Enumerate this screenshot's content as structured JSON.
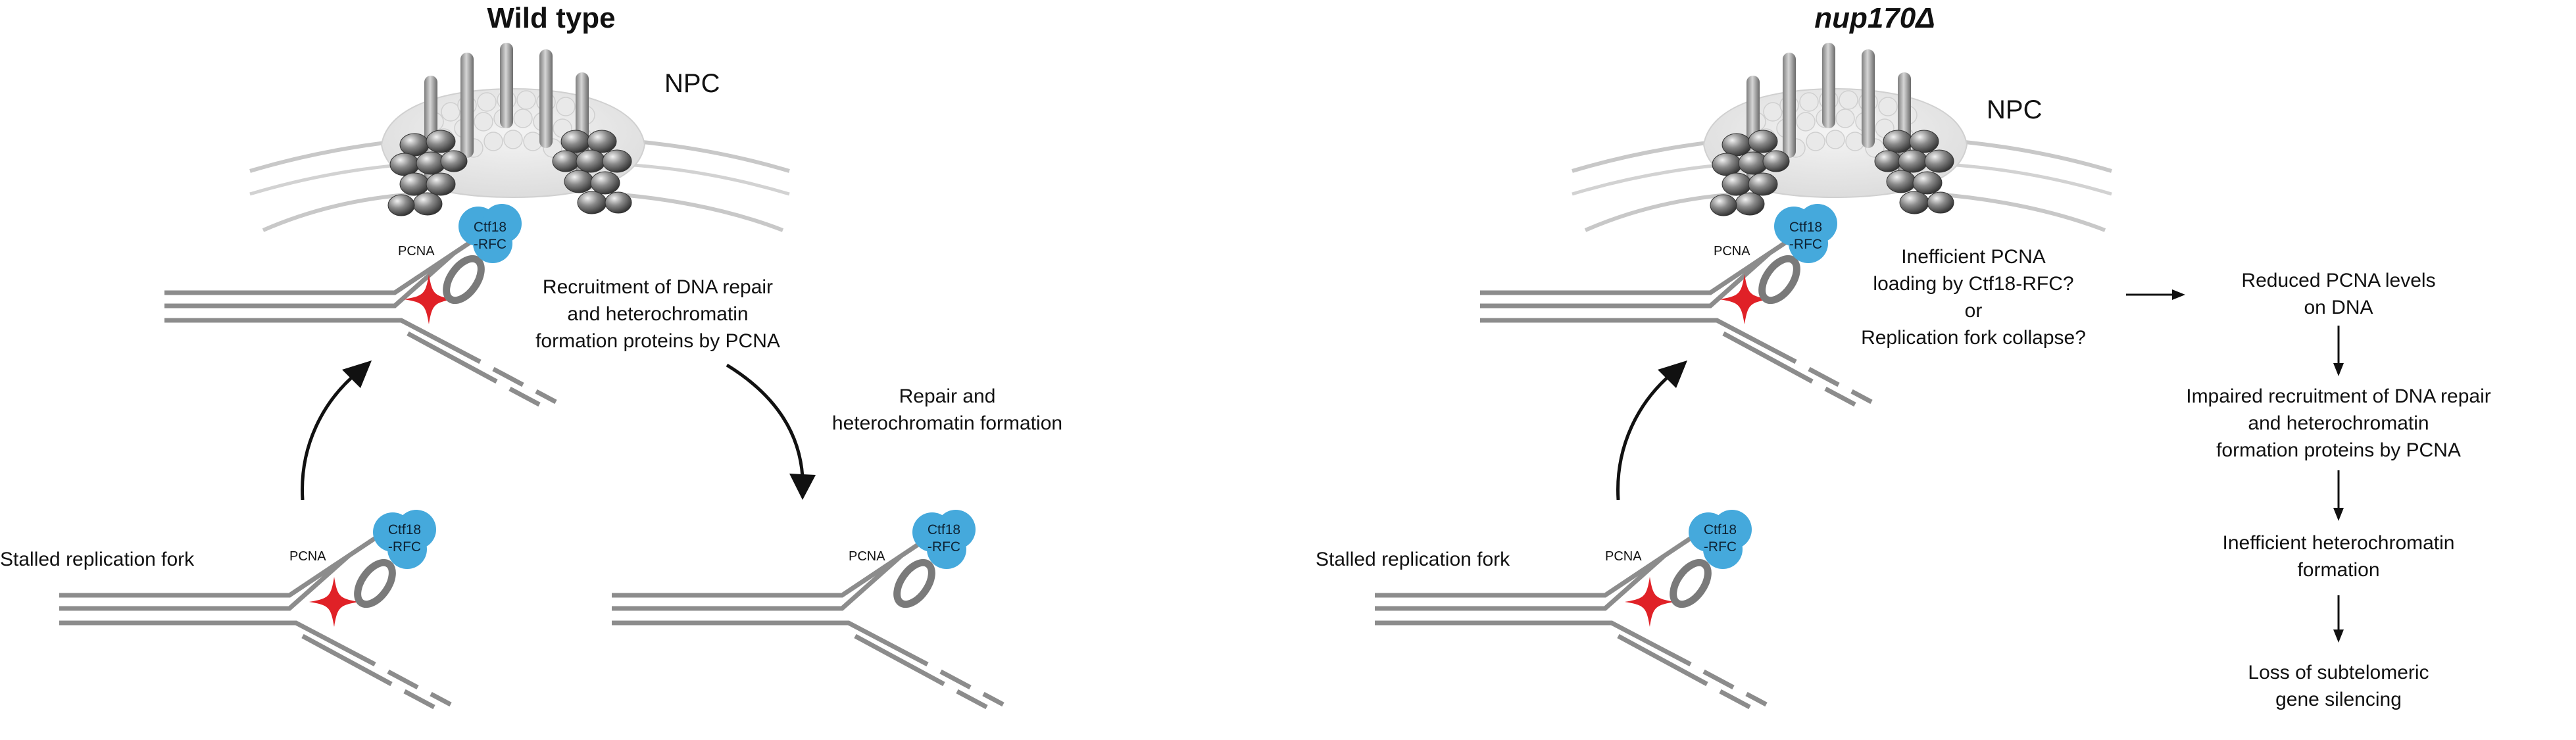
{
  "panels": {
    "wild_type": {
      "title": "Wild type",
      "npc_label": "NPC",
      "pcna_label": "PCNA",
      "ctf18_line1": "Ctf18",
      "ctf18_line2": "-RFC",
      "stalled_label": "Stalled replication fork",
      "recruitment_text": [
        "Recruitment of DNA repair",
        "and heterochromatin",
        "formation proteins by PCNA"
      ],
      "repair_text": [
        "Repair and",
        "heterochromatin formation"
      ]
    },
    "mutant": {
      "title": "nup170Δ",
      "npc_label": "NPC",
      "pcna_label": "PCNA",
      "ctf18_line1": "Ctf18",
      "ctf18_line2": "-RFC",
      "stalled_label": "Stalled replication fork",
      "question_text": [
        "Inefficient PCNA",
        "loading by Ctf18-RFC?",
        "or",
        "Replication fork collapse?"
      ],
      "flow_steps": [
        [
          "Reduced PCNA levels",
          "on DNA"
        ],
        [
          "Impaired recruitment of DNA repair",
          "and heterochromatin",
          "formation proteins by PCNA"
        ],
        [
          "Inefficient heterochromatin",
          "formation"
        ],
        [
          "Loss of subtelomeric",
          "gene silencing"
        ]
      ]
    }
  },
  "colors": {
    "dna_strand": "#8c8c8c",
    "stall_star": "#e02127",
    "ctf18_rfc": "#45a9dc",
    "pcna_ring": "#7a7a7a",
    "nuclear_envelope": "#c8c8c8",
    "npc_scaffold": "#e6e6e6",
    "nup_subunit": "#6e6e6e"
  }
}
